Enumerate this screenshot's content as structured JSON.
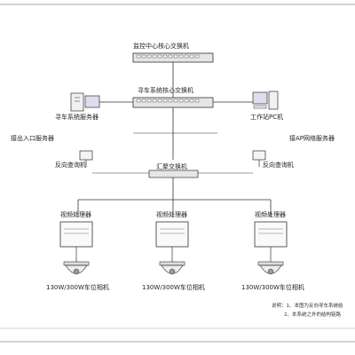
{
  "nodes": {
    "core_monitor_switch": "监控中心核心交换机",
    "car_finder_core_switch": "寻车系统核心交换机",
    "car_finder_server": "寻车系统服务器",
    "workstation_pc": "工作站PC机",
    "entry_exit_server": "接出入口服务器",
    "ap_network_server": "接AP网络服务器",
    "aggregation_switch": "汇聚交换机",
    "reverse_kiosk_left": "反向查询机",
    "reverse_kiosk_right": "反向查询机",
    "video_processor_1": "视频处理器",
    "video_processor_2": "视频处理器",
    "video_processor_3": "视频处理器",
    "camera_1": "130W/300W车位相机",
    "camera_2": "130W/300W车位相机",
    "camera_3": "130W/300W车位相机"
  },
  "notes": {
    "line1": "说明：1、本图为反向寻车系统结",
    "line2": "2、本系统之外的结构链路"
  }
}
